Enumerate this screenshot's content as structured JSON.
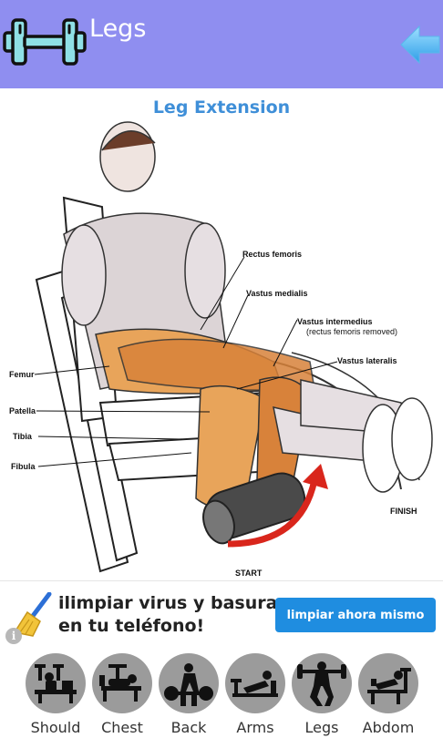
{
  "header": {
    "title": "Legs",
    "logo_icon": "dumbbell-icon",
    "back_icon": "arrow-left-icon",
    "background": "#8f8ef0"
  },
  "exercise": {
    "title": "Leg Extension",
    "labels": {
      "rectus_femoris": "Rectus femoris",
      "vastus_medialis": "Vastus medialis",
      "vastus_intermedius": "Vastus intermedius",
      "vastus_intermedius_note": "(rectus femoris removed)",
      "vastus_lateralis": "Vastus lateralis",
      "femur": "Femur",
      "patella": "Patella",
      "tibia": "Tibia",
      "fibula": "Fibula",
      "finish": "FINISH",
      "start": "START"
    }
  },
  "ad": {
    "line1": "ilimpiar virus y basura",
    "line2": "en tu teléfono!",
    "button": "limpiar ahora mismo",
    "info": "i",
    "icon": "broom-icon",
    "button_color": "#1f8de0"
  },
  "nav": {
    "items": [
      {
        "label": "Should",
        "icon": "shoulder-exercise-icon"
      },
      {
        "label": "Chest",
        "icon": "chest-exercise-icon"
      },
      {
        "label": "Back",
        "icon": "back-exercise-icon"
      },
      {
        "label": "Arms",
        "icon": "arms-exercise-icon"
      },
      {
        "label": "Legs",
        "icon": "legs-exercise-icon"
      },
      {
        "label": "Abdom",
        "icon": "abdominal-exercise-icon"
      }
    ]
  }
}
